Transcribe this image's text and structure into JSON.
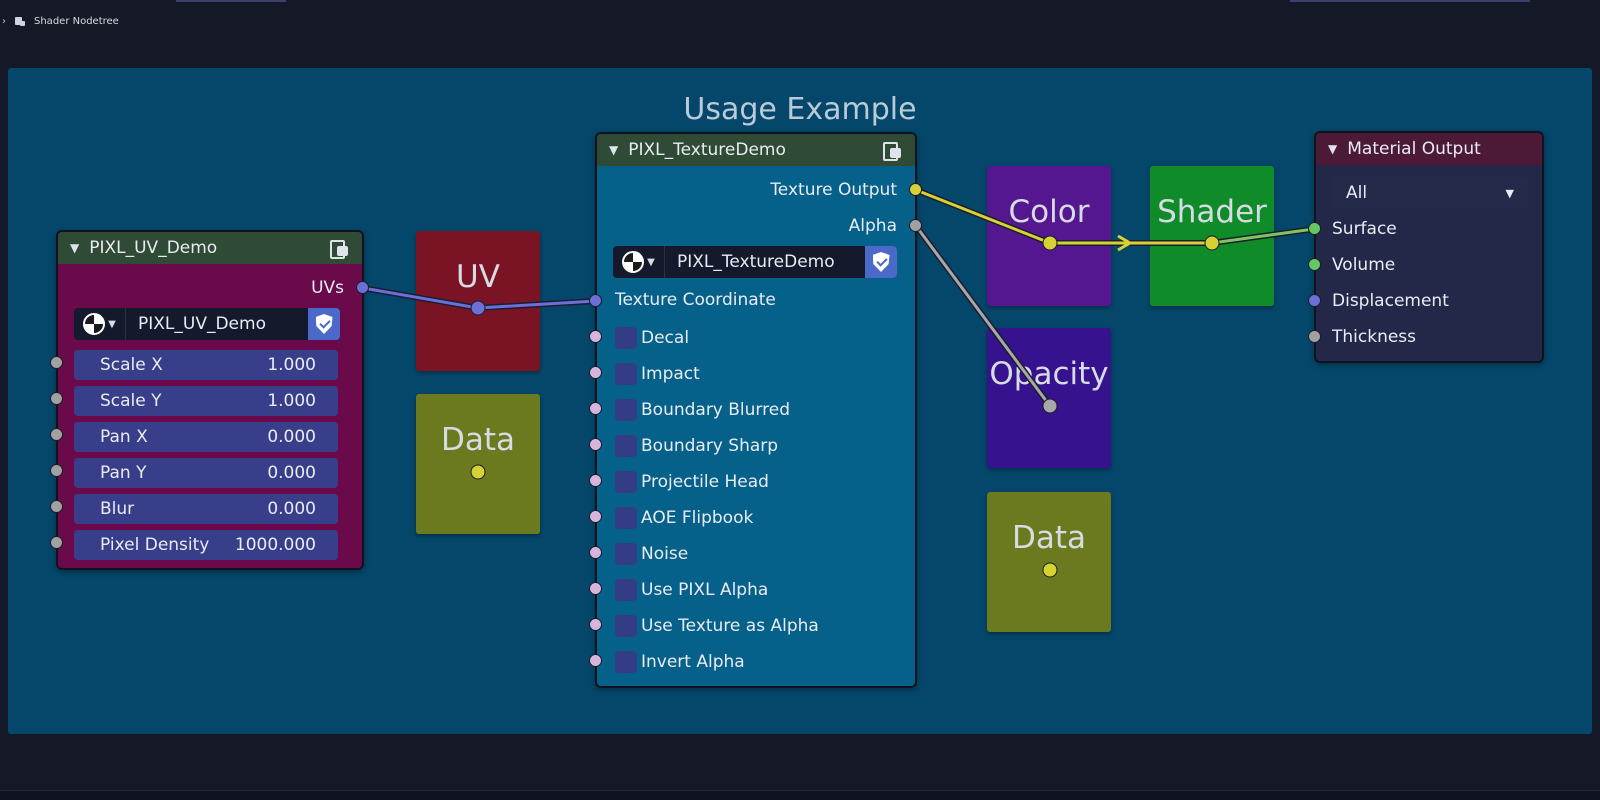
{
  "window": {
    "breadcrumb_label": "Shader Nodetree"
  },
  "frame": {
    "title": "Usage Example"
  },
  "uv_node": {
    "title": "PIXL_UV_Demo",
    "output_label": "UVs",
    "datablock_name": "PIXL_UV_Demo",
    "fields": [
      {
        "label": "Scale X",
        "value": "1.000"
      },
      {
        "label": "Scale Y",
        "value": "1.000"
      },
      {
        "label": "Pan X",
        "value": "0.000"
      },
      {
        "label": "Pan Y",
        "value": "0.000"
      },
      {
        "label": "Blur",
        "value": "0.000"
      },
      {
        "label": "Pixel Density",
        "value": "1000.000"
      }
    ]
  },
  "texture_node": {
    "title": "PIXL_TextureDemo",
    "outputs": [
      "Texture Output",
      "Alpha"
    ],
    "datablock_name": "PIXL_TextureDemo",
    "input_label": "Texture Coordinate",
    "toggles": [
      "Decal",
      "Impact",
      "Boundary Blurred",
      "Boundary Sharp",
      "Projectile Head",
      "AOE Flipbook",
      "Noise",
      "Use PIXL Alpha",
      "Use Texture as Alpha",
      "Invert Alpha"
    ]
  },
  "reroute_labels": {
    "uv": "UV",
    "data1": "Data",
    "color": "Color",
    "shader": "Shader",
    "opacity": "Opacity",
    "data2": "Data"
  },
  "material_output": {
    "title": "Material Output",
    "target": "All",
    "inputs": [
      "Surface",
      "Volume",
      "Displacement",
      "Thickness"
    ]
  },
  "colors": {
    "frame": "#05476a",
    "uv_node_body": "#6a0a4a",
    "uv_node_header": "#2f4a35",
    "texture_node_body": "#06618a",
    "texture_node_header": "#2f4a35",
    "material_header": "#4c1a36",
    "material_body": "#232849",
    "uv_box": "#7a1424",
    "data_box": "#6b7a1e",
    "color_box": "#54178f",
    "shader_box": "#0f8b2a",
    "opacity_box": "#36128e",
    "link_uv": "#6c6fd6",
    "link_color": "#d7d233",
    "link_alpha": "#a8a8a8",
    "link_shader": "#7dc561"
  },
  "icons": {
    "header_collapse": "chevron-down-icon",
    "group": "node-group-icon",
    "datablock": "material-ball-icon",
    "fake_user": "shield-check-icon",
    "tree": "node-tree-icon"
  }
}
